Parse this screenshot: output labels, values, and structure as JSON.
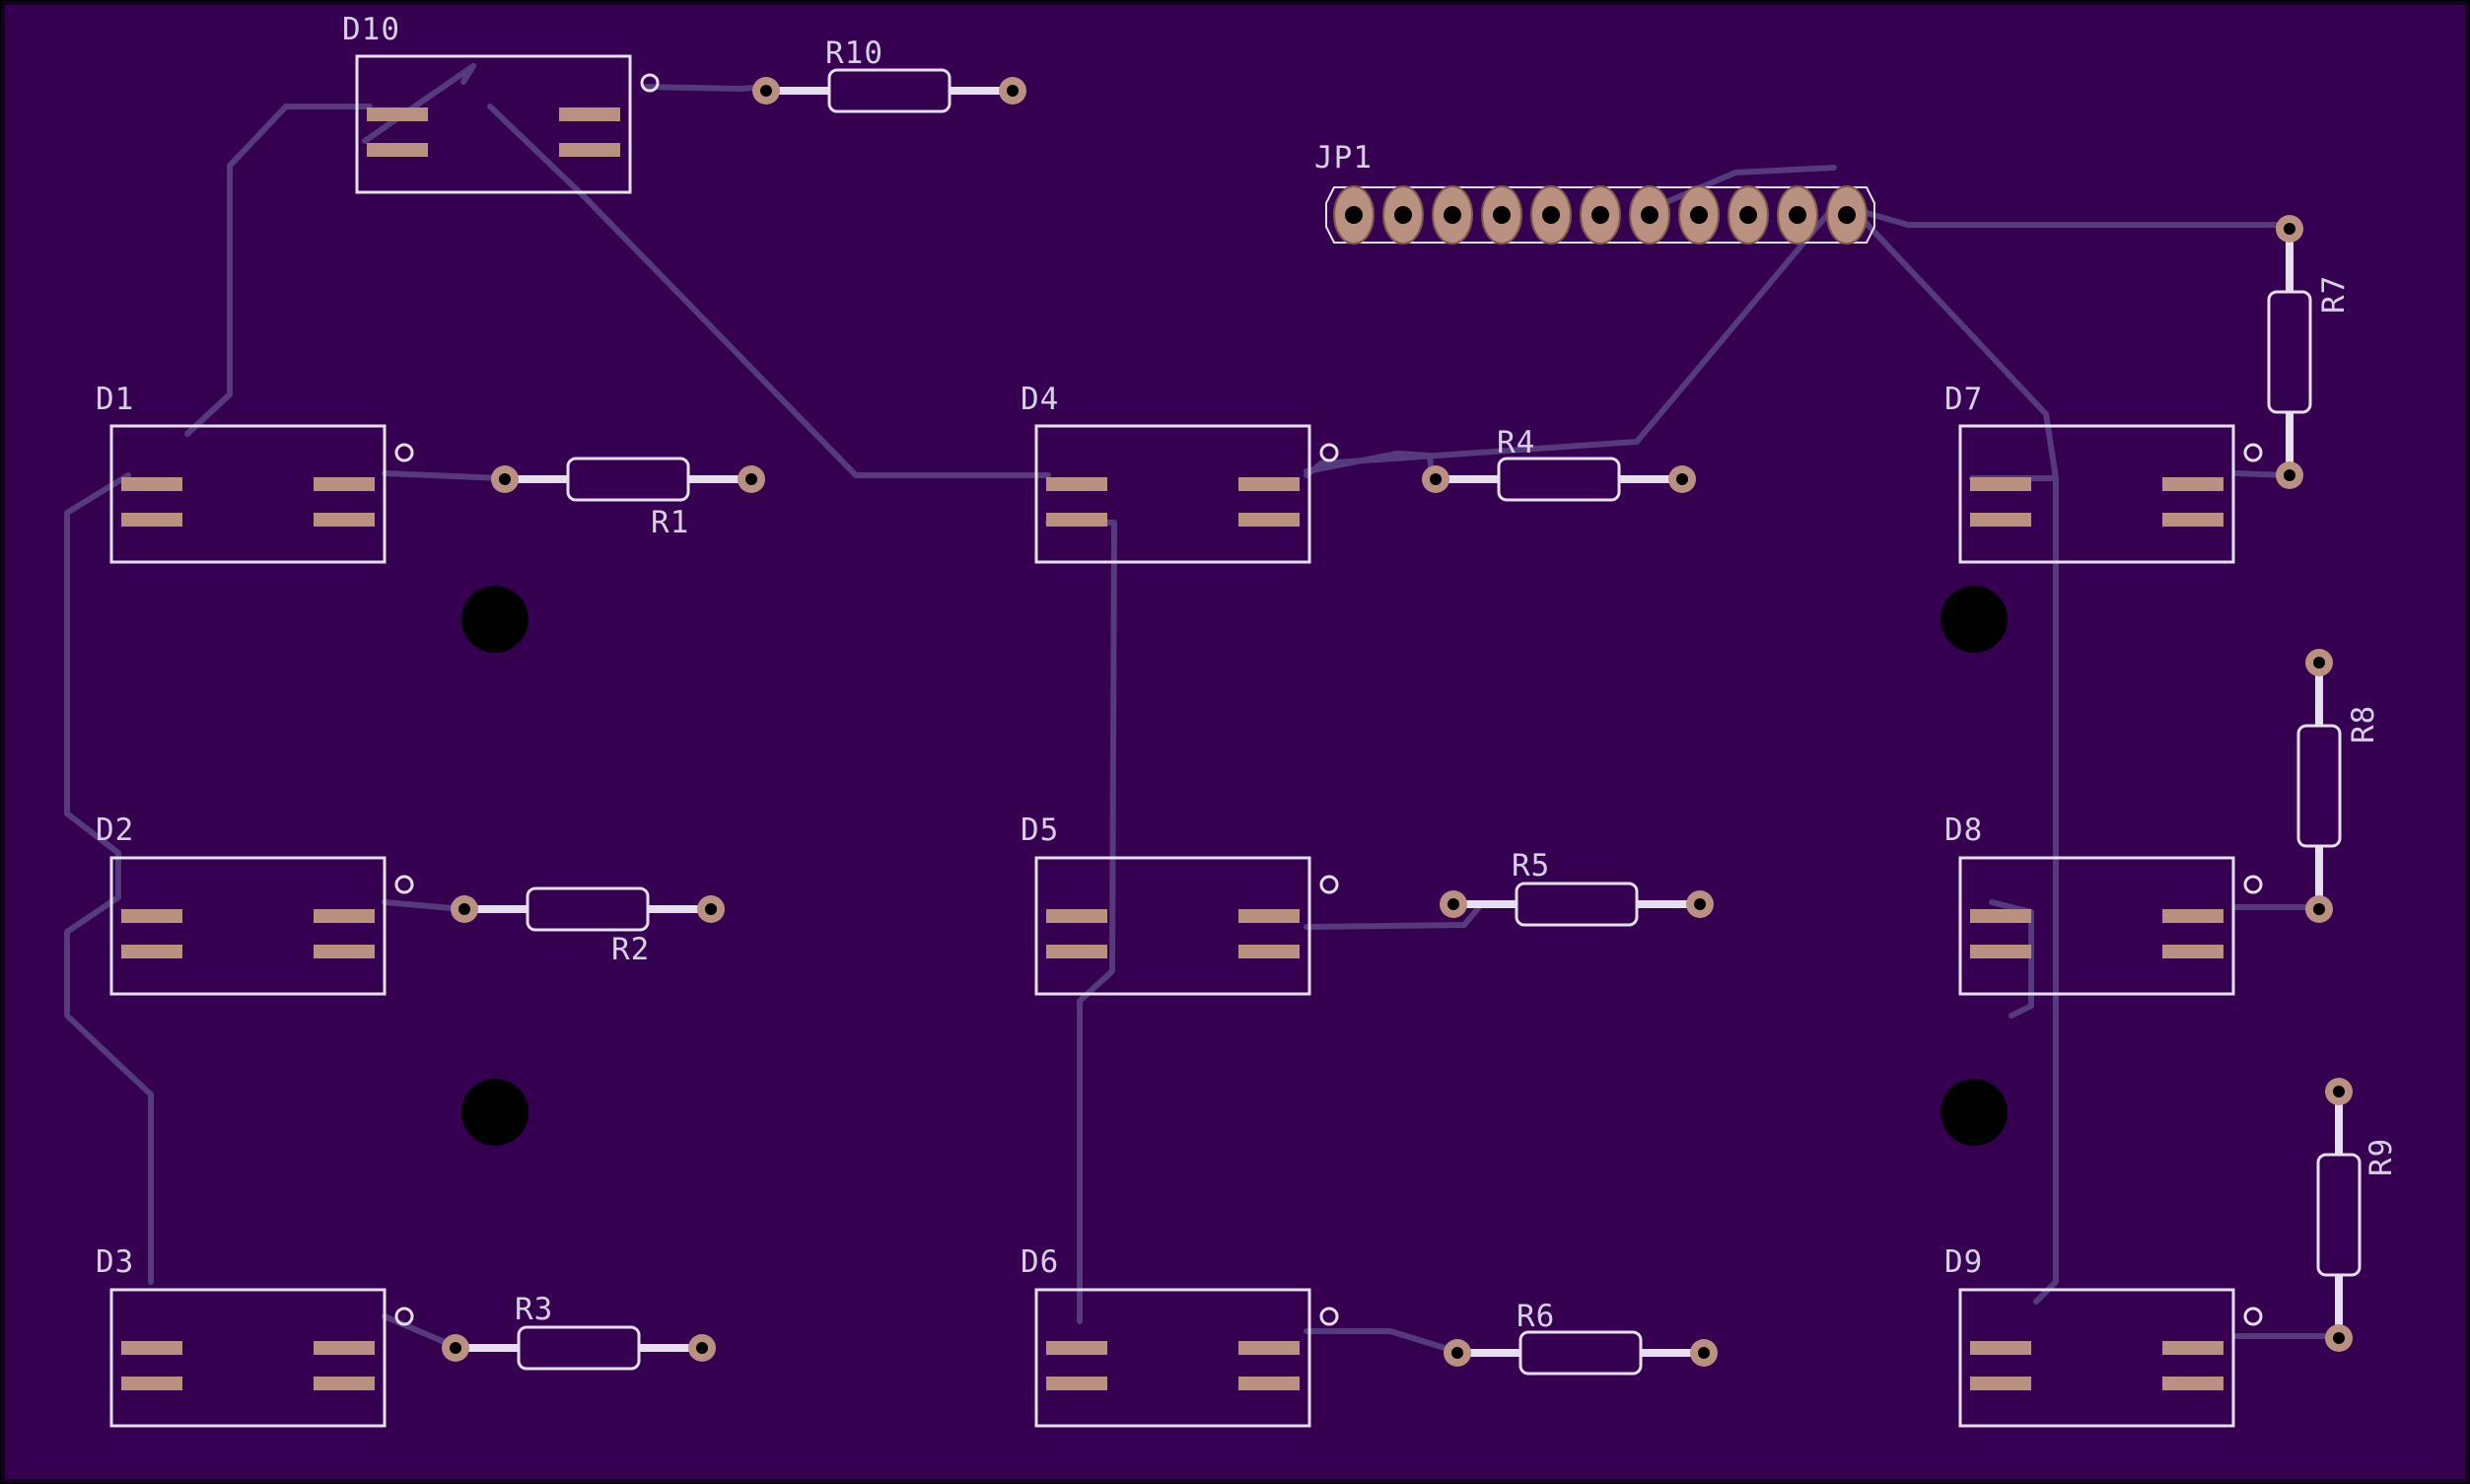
{
  "board": {
    "background": "#34004f",
    "edge": "#160026",
    "silkscreen": "#e7dff0",
    "trace": "#563a7e",
    "pad": "#ba9080",
    "pad_dark": "#7f5a4b",
    "hole": "#000000"
  },
  "header": {
    "label": "JP1",
    "pins": 11
  },
  "leds": [
    {
      "label": "D10"
    },
    {
      "label": "D1"
    },
    {
      "label": "D2"
    },
    {
      "label": "D3"
    },
    {
      "label": "D4"
    },
    {
      "label": "D5"
    },
    {
      "label": "D6"
    },
    {
      "label": "D7"
    },
    {
      "label": "D8"
    },
    {
      "label": "D9"
    }
  ],
  "resistors": [
    {
      "label": "R10"
    },
    {
      "label": "R1"
    },
    {
      "label": "R2"
    },
    {
      "label": "R3"
    },
    {
      "label": "R4"
    },
    {
      "label": "R5"
    },
    {
      "label": "R6"
    },
    {
      "label": "R7"
    },
    {
      "label": "R8"
    },
    {
      "label": "R9"
    }
  ]
}
